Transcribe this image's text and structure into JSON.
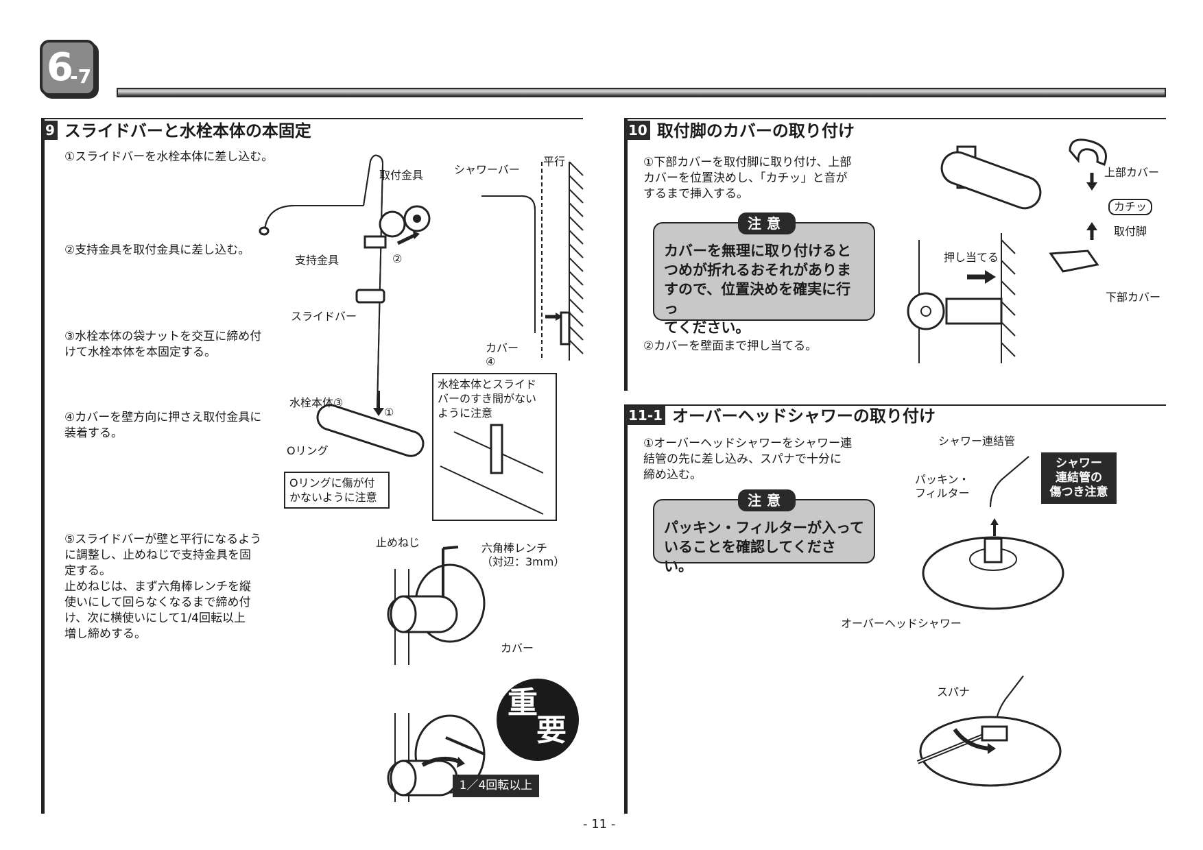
{
  "header": {
    "chapter": "6",
    "sub": "-7"
  },
  "section9": {
    "num": "9",
    "title": "スライドバーと水栓本体の本固定",
    "steps": [
      "①スライドバーを水栓本体に差し込む。",
      "②支持金具を取付金具に差し込む。",
      "③水栓本体の袋ナットを交互に締め付\nけて水栓本体を本固定する。",
      "④カバーを壁方向に押さえ取付金具に\n装着する。",
      "⑤スライドバーが壁と平行になるよう\nに調整し、止めねじで支持金具を固\n定する。\n止めねじは、まず六角棒レンチを縦\n使いにして回らなくなるまで締め付\nけ、次に横使いにして1/4回転以上\n増し締めする。"
    ],
    "labels": {
      "mount_bracket": "取付金具",
      "support_bracket": "支持金具",
      "slide_bar": "スライドバー",
      "faucet_body": "水栓本体③",
      "o_ring": "Oリング",
      "o_ring_note": "Oリングに傷が付\nかないように注意",
      "gap_note": "水栓本体とスライド\nバーのすき間がない\nように注意",
      "shower_bar": "シャワーバー",
      "parallel": "平行",
      "cover": "カバー",
      "cover_num": "④",
      "num1": "①",
      "num2": "②",
      "set_screw": "止めねじ",
      "hex_wrench": "六角棒レンチ\n（対辺：3mm）",
      "cover2": "カバー",
      "quarter_turn": "1／4回転以上",
      "important": [
        "重",
        "要"
      ]
    }
  },
  "section10": {
    "num": "10",
    "title": "取付脚のカバーの取り付け",
    "steps": [
      "①下部カバーを取付脚に取り付け、上部\nカバーを位置決めし、「カチッ」と音が\nするまで挿入する。",
      "②カバーを壁面まで押し当てる。"
    ],
    "caution_tag": "注意",
    "caution_text": "カバーを無理に取り付けると\nつめが折れるおそれがありま\nすので、位置決めを確実に行っ\nてください。",
    "labels": {
      "upper_cover": "上部カバー",
      "click": "カチッ",
      "leg": "取付脚",
      "lower_cover": "下部カバー",
      "push": "押し当てる"
    }
  },
  "section11": {
    "num": "11-1",
    "title": "オーバーヘッドシャワーの取り付け",
    "steps": [
      "①オーバーヘッドシャワーをシャワー連\n結管の先に差し込み、スパナで十分に\n締め込む。"
    ],
    "caution_tag": "注意",
    "caution_text": "パッキン・フィルターが入って\nいることを確認してください。",
    "labels": {
      "pipe": "シャワー連結管",
      "packing": "パッキン・\nフィルター",
      "pipe_note": "シャワー\n連結管の\n傷つき注意",
      "overhead": "オーバーヘッドシャワー",
      "spanner": "スパナ"
    }
  },
  "footer": {
    "page": "- 11 -"
  }
}
